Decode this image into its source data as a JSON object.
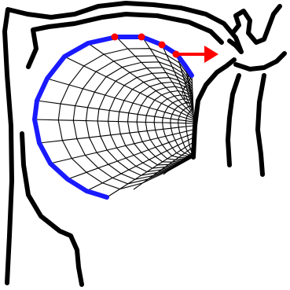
{
  "colors": {
    "background": "#ffffff",
    "outline": "#000000",
    "mesh": "#000000",
    "boundary": "#1a1aff",
    "control_points": "#ff0000",
    "arrow": "#ff0000"
  },
  "mesh": {
    "radial_lines": 19,
    "circumferential_rings": 15
  },
  "control_points_count": 4,
  "arrow_direction": "right"
}
